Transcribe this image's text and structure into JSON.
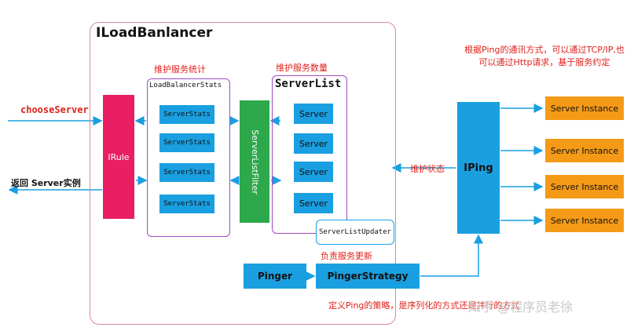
{
  "outer": {
    "title": "ILoadBanlancer"
  },
  "labels": {
    "stats_group": "维护服务统计",
    "servers_group": "维护服务数量",
    "maintain_status": "维护状态",
    "updater_note": "负责服务更新",
    "strategy_note": "定义Ping的策略，是序列化的方式还是并行的方式",
    "choose_server": "chooseServer",
    "return_instance": "返回  Server实例",
    "ping_note": "根据Ping的通讯方式，可以通过TCP/IP,也可以通过Http请求，基于服务约定"
  },
  "lb_stats": {
    "title": "LoadBalancerStats",
    "items": [
      "ServerStats",
      "ServerStats",
      "ServerStats",
      "ServerStats"
    ]
  },
  "server_list": {
    "title": "ServerList",
    "items": [
      "Server",
      "Server",
      "Server",
      "Server"
    ]
  },
  "irule": "IRule",
  "filter": "ServerListFilter",
  "updater": "ServerListUpdater",
  "pinger": "Pinger",
  "pinger_strategy": "PingerStrategy",
  "iping": "IPing",
  "instances": [
    "Server Instance",
    "Server Instance",
    "Server Instance",
    "Server Instance"
  ],
  "watermark": "知乎 @程序员老徐",
  "colors": {
    "blue": "#1a9fe0",
    "pink": "#e91e63",
    "green": "#2da84a",
    "orange": "#f59a16",
    "red_text": "#e0201a"
  }
}
